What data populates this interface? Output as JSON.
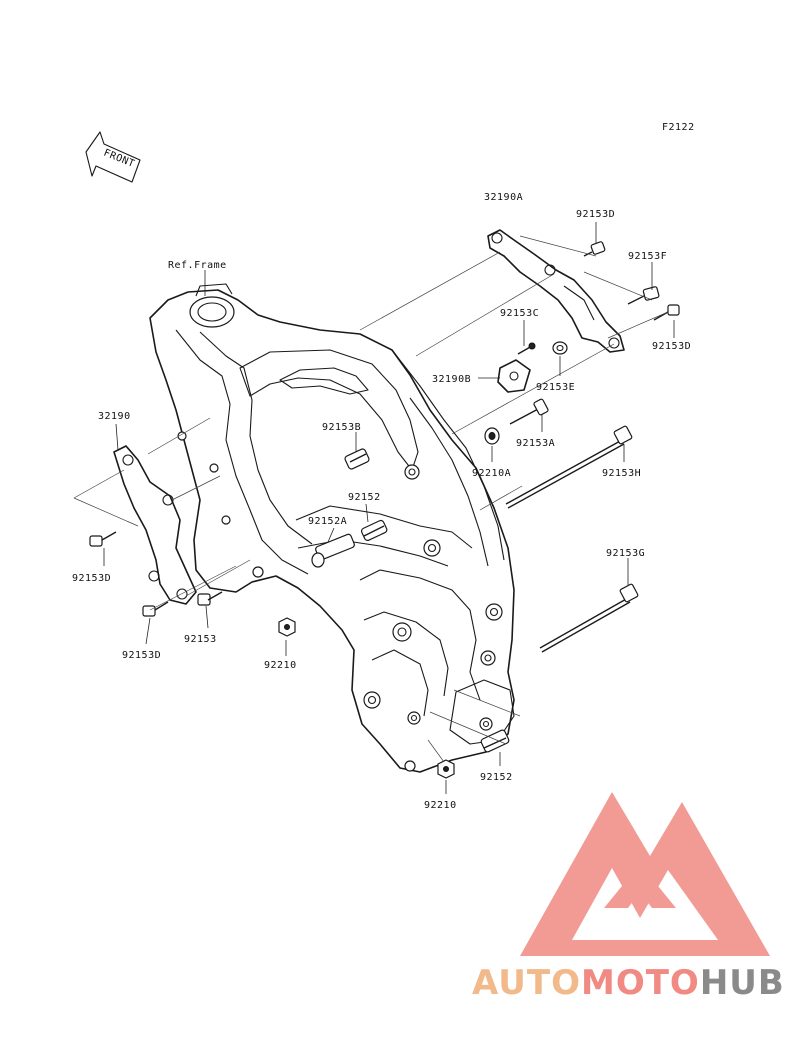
{
  "figure_code": "F2122",
  "front_arrow_label": "FRONT",
  "ref_frame_label": "Ref.Frame",
  "parts": {
    "p32190A": "32190A",
    "p92153D_top": "92153D",
    "p92153F": "92153F",
    "p92153C": "92153C",
    "p92153D_right": "92153D",
    "p32190B": "32190B",
    "p92153E": "92153E",
    "p32190": "32190",
    "p92153B": "92153B",
    "p92153A": "92153A",
    "p92210A": "92210A",
    "p92153H": "92153H",
    "p92152_mid": "92152",
    "p92152A": "92152A",
    "p92153D_left1": "92153D",
    "p92153G": "92153G",
    "p92153": "92153",
    "p92153D_left2": "92153D",
    "p92210_mid": "92210",
    "p92152_low": "92152",
    "p92210_low": "92210"
  },
  "watermark": {
    "part1": "AUTO",
    "part2": "MOTO",
    "part3": "HUB",
    "colors": {
      "salmon": "#f08a83",
      "orange": "#f2b98a",
      "gray": "#8a8a8a"
    }
  }
}
